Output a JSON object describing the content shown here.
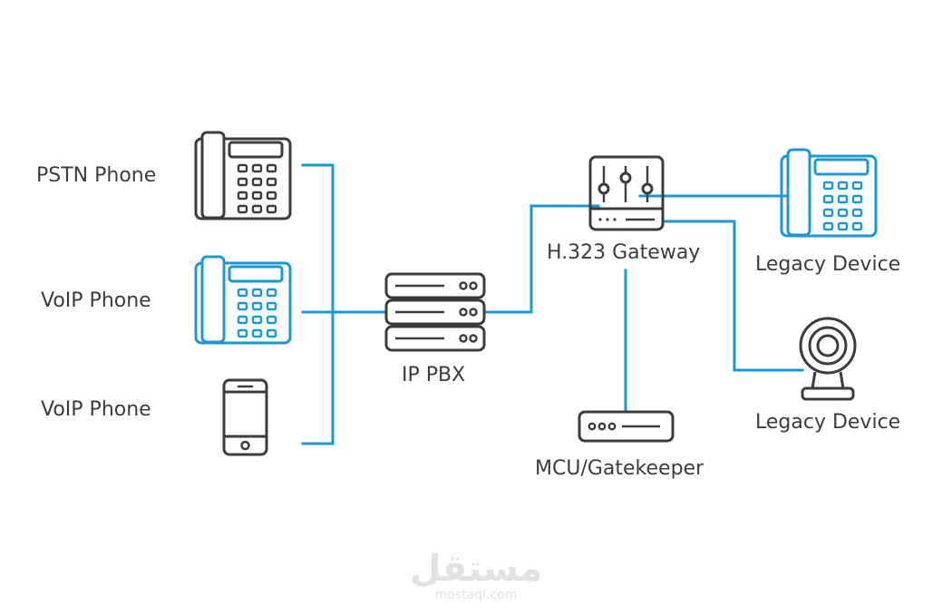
{
  "colors": {
    "accent": "#1c97d2",
    "device_dark": "#3c3c3c",
    "label_text": "#3c3c3c",
    "watermark": "#e2e2e2"
  },
  "labels": {
    "pstn_phone": "PSTN Phone",
    "voip_phone_1": "VoIP Phone",
    "voip_phone_2": "VoIP Phone",
    "ip_pbx": "IP PBX",
    "h323_gateway": "H.323 Gateway",
    "legacy_device_1": "Legacy Device",
    "legacy_device_2": "Legacy Device",
    "mcu_gatekeeper": "MCU/Gatekeeper"
  },
  "watermark": {
    "arabic": "مستقل",
    "domain": "mostaql.com"
  },
  "icons": [
    "desk-phone-icon",
    "smartphone-icon",
    "server-icon",
    "gateway-mixer-icon",
    "webcam-icon",
    "mcu-device-icon"
  ]
}
